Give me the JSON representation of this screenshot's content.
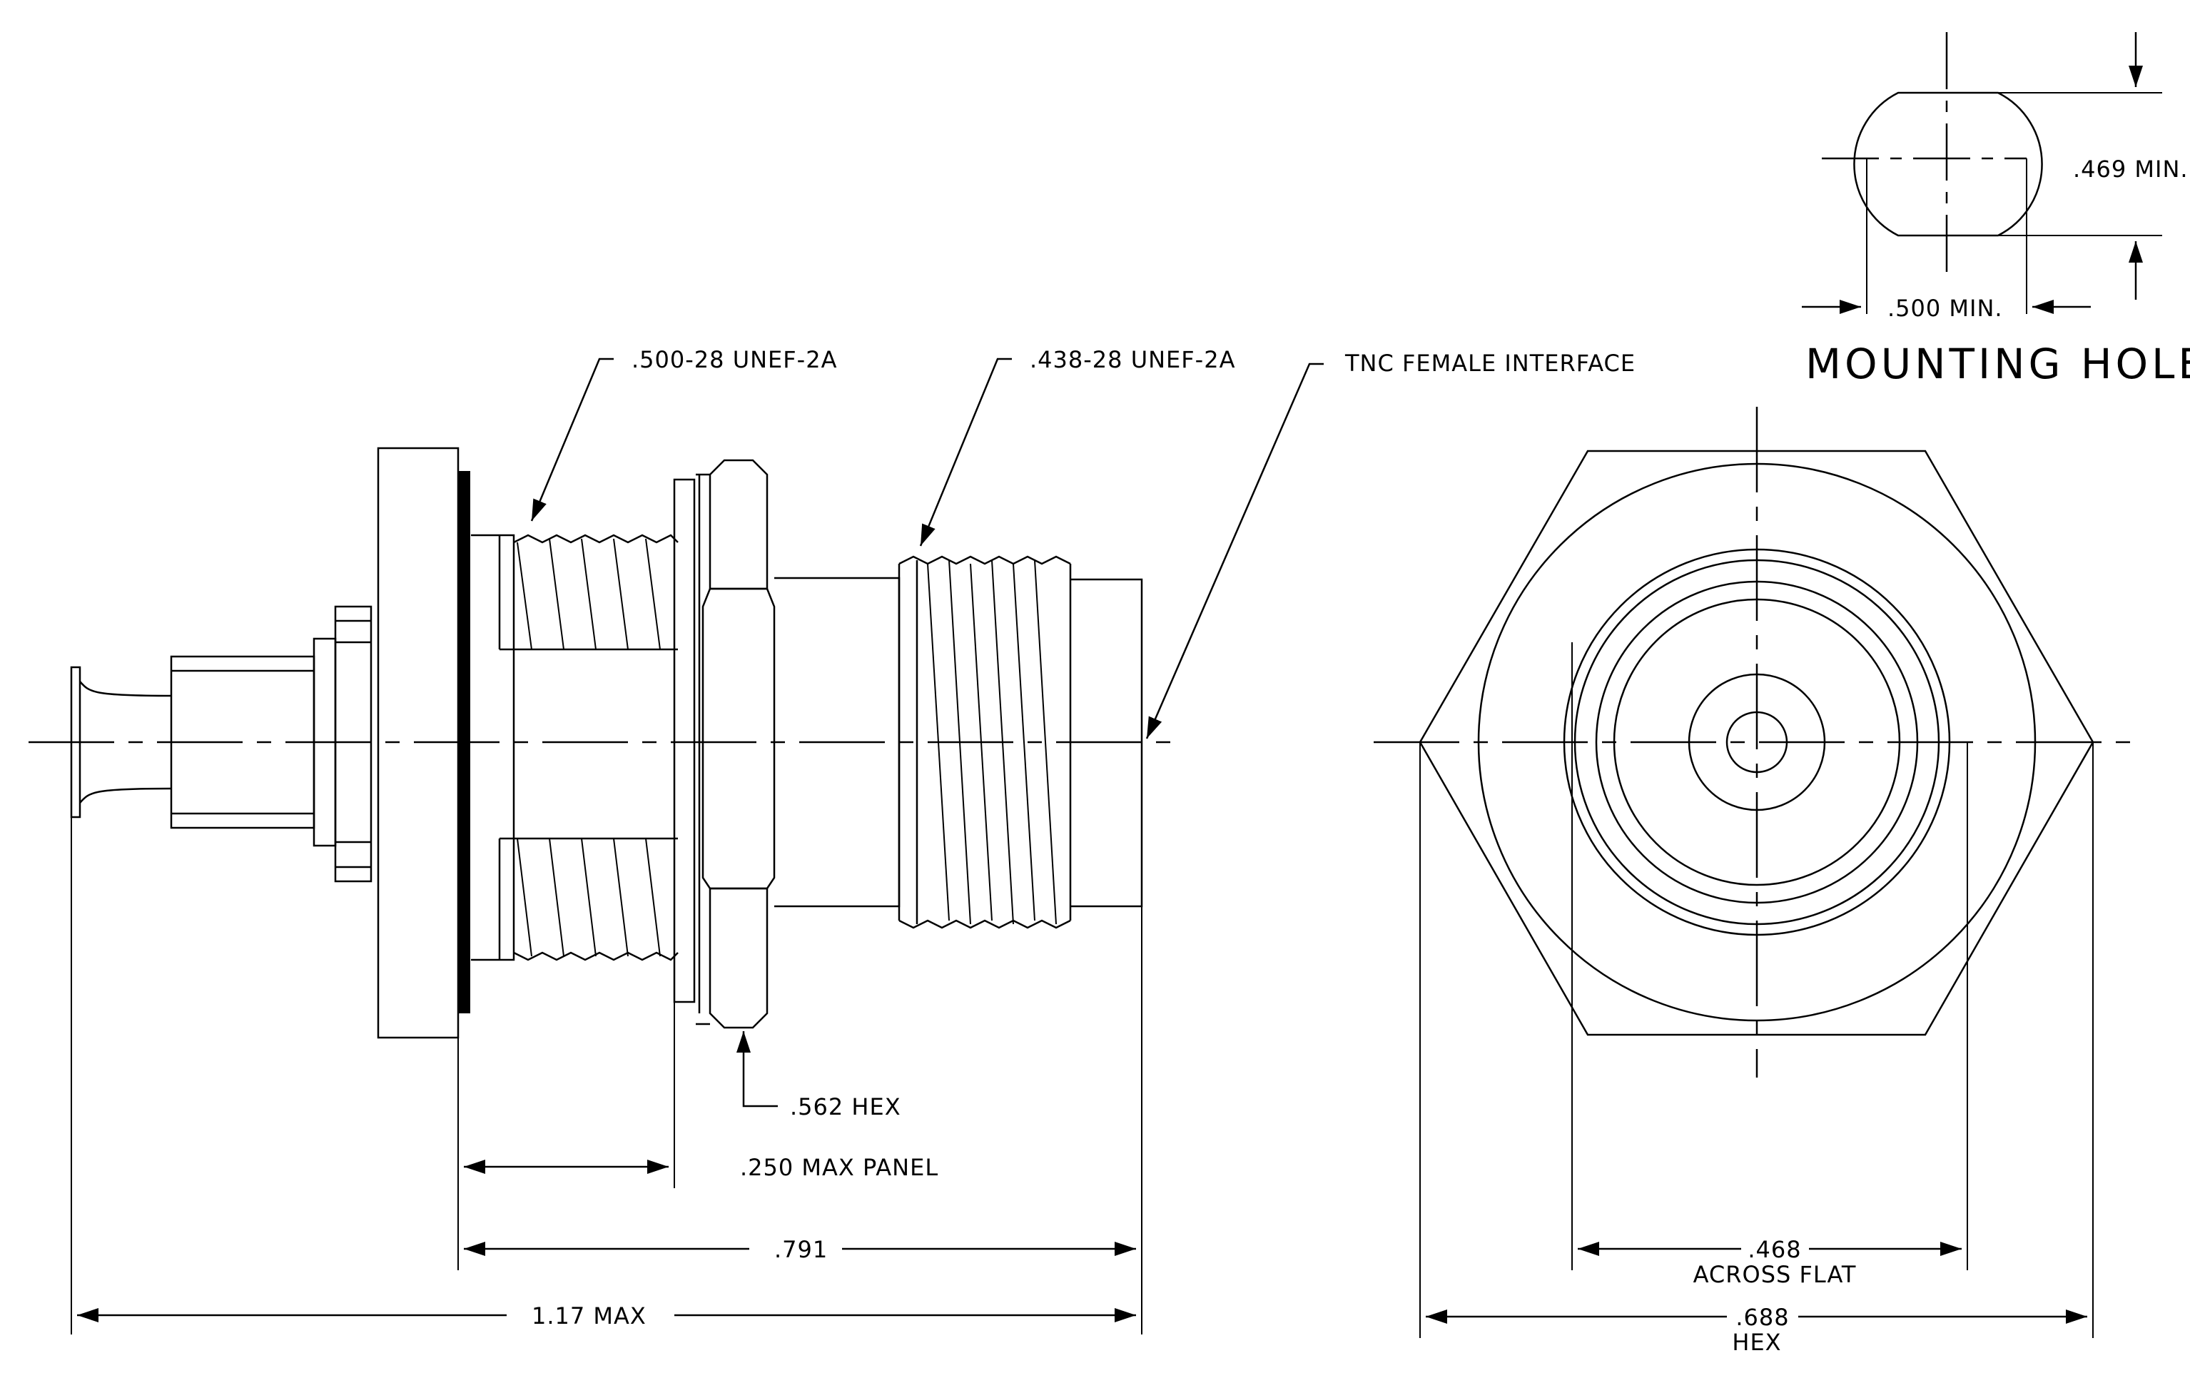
{
  "annotations": {
    "thread_rear": ".500-28 UNEF-2A",
    "thread_front": ".438-28 UNEF-2A",
    "interface": "TNC FEMALE INTERFACE",
    "hex_nut": ".562 HEX",
    "panel": ".250 MAX PANEL",
    "length_front": ".791",
    "length_overall": "1.17 MAX"
  },
  "mounting_hole": {
    "title": "MOUNTING HOLE",
    "flat_dim": ".469 MIN.",
    "dia_dim": ".500 MIN."
  },
  "end_view": {
    "across_flat_value": ".468",
    "across_flat_label": "ACROSS FLAT",
    "hex_value": ".688",
    "hex_label": "HEX"
  }
}
